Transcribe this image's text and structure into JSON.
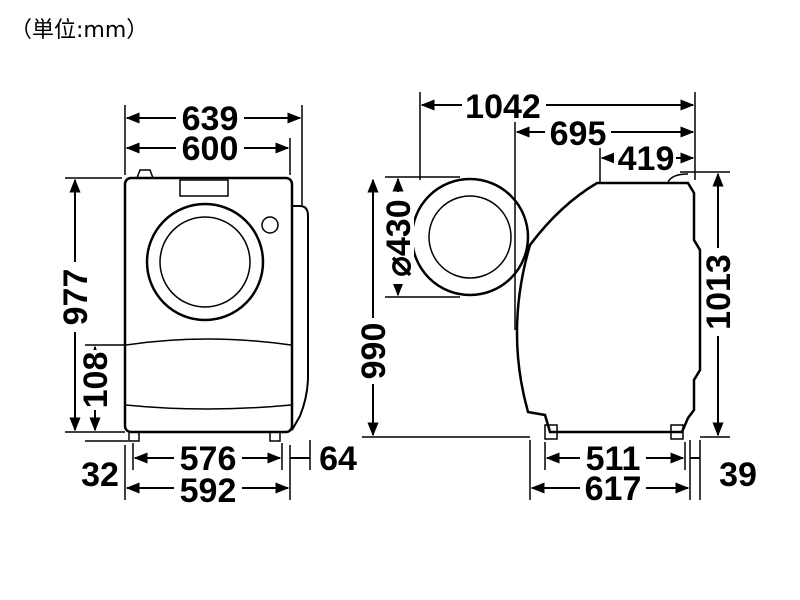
{
  "unit_label": "（単位:mm）",
  "front_view": {
    "overall_width": "639",
    "body_width": "600",
    "height": "977",
    "lower_panel_height": "108",
    "foot_height": "32",
    "foot_span": "576",
    "base_width": "592",
    "hose_offset": "64"
  },
  "side_view": {
    "depth_with_door_open": "1042",
    "depth": "695",
    "top_depth": "419",
    "door_diameter": "⌀430",
    "door_open_height": "990",
    "height": "1013",
    "foot_span": "511",
    "base_depth": "617",
    "rear_offset": "39"
  }
}
